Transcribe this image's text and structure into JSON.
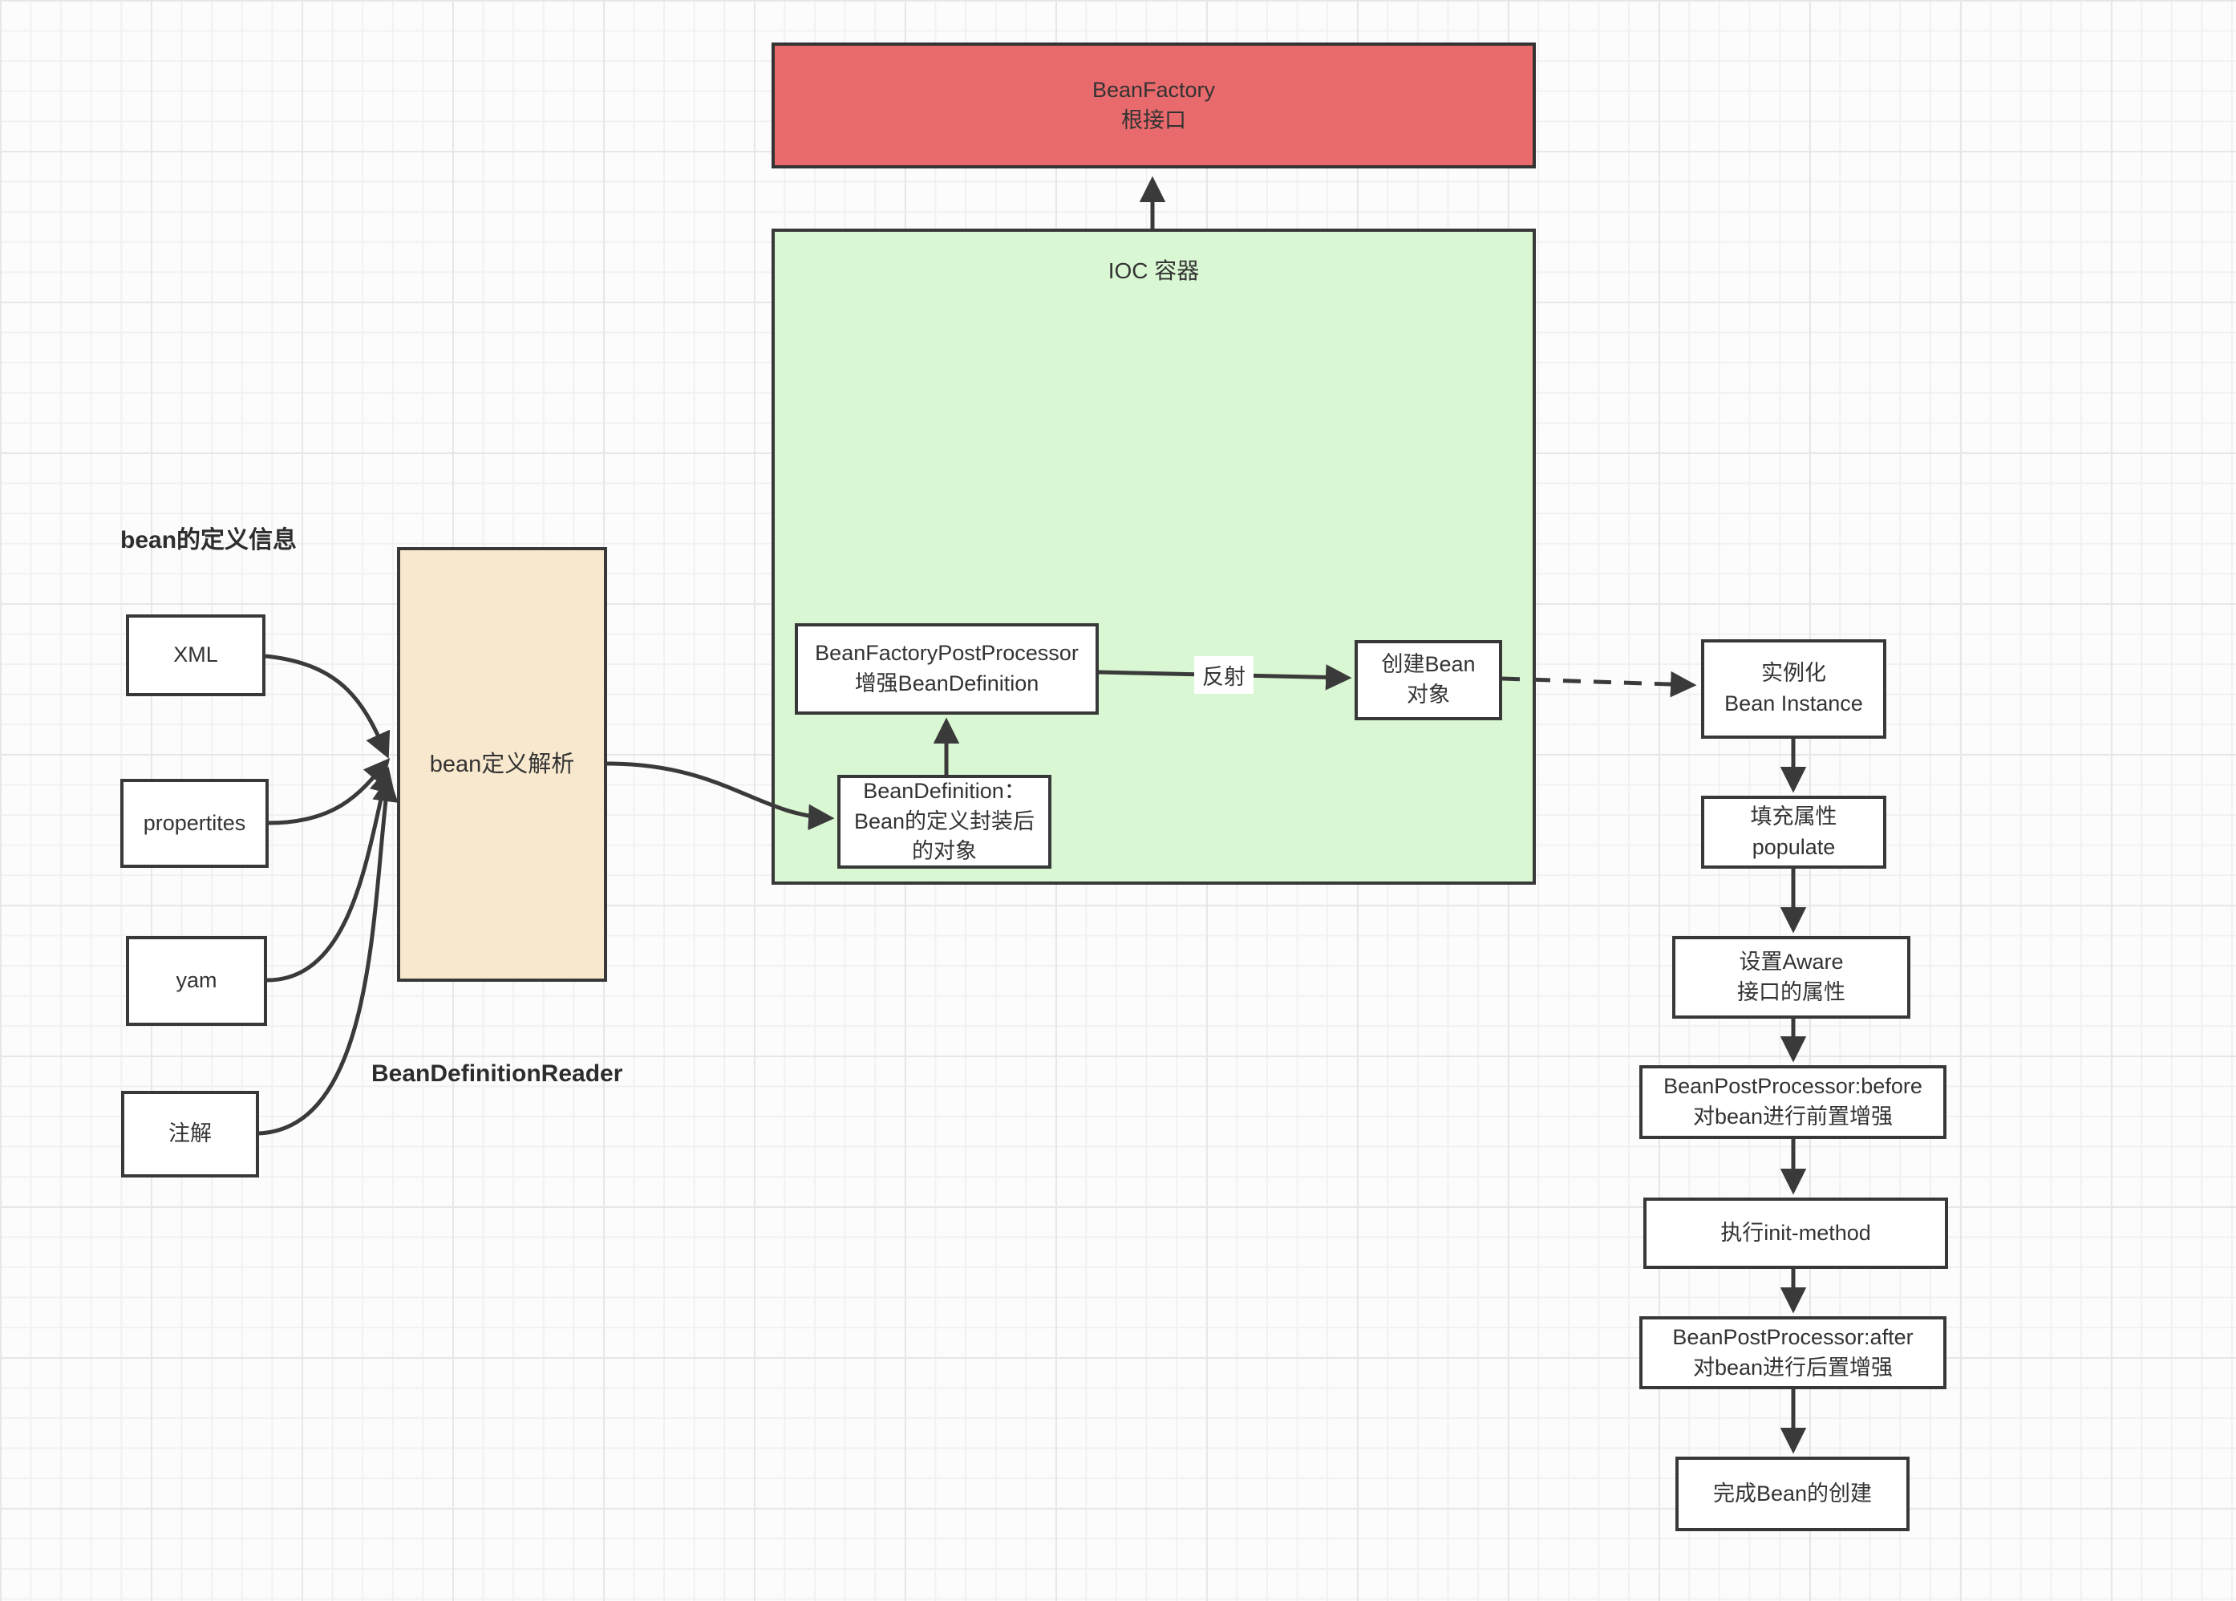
{
  "colors": {
    "bean_factory_fill": "#e96a6c",
    "ioc_container_fill": "#d9f7d2",
    "parser_fill": "#f8e8ce",
    "node_fill": "#ffffff",
    "border": "#383838",
    "arrow": "#3a3a3a",
    "text": "#333333"
  },
  "nodes": {
    "bean_factory": {
      "line1": "BeanFactory",
      "line2": "根接口"
    },
    "ioc_container_label": "IOC 容器",
    "bean_factory_post_processor": {
      "line1": "BeanFactoryPostProcessor",
      "line2": "增强BeanDefinition"
    },
    "bean_definition": {
      "line1": "BeanDefinition：",
      "line2": "Bean的定义封装后",
      "line3": "的对象"
    },
    "create_bean": {
      "line1": "创建Bean",
      "line2": "对象"
    },
    "bean_parser": {
      "label": "bean定义解析"
    }
  },
  "labels": {
    "bean_definition_info": "bean的定义信息",
    "bean_definition_reader": "BeanDefinitionReader",
    "reflection": "反射"
  },
  "sources": [
    {
      "label": "XML"
    },
    {
      "label": "propertites"
    },
    {
      "label": "yam"
    },
    {
      "label": "注解"
    }
  ],
  "lifecycle": [
    {
      "line1": "实例化",
      "line2": "Bean Instance"
    },
    {
      "line1": "填充属性",
      "line2": "populate"
    },
    {
      "line1": "设置Aware",
      "line2": "接口的属性"
    },
    {
      "line1": "BeanPostProcessor:before",
      "line2": "对bean进行前置增强"
    },
    {
      "line1": "执行init-method"
    },
    {
      "line1": "BeanPostProcessor:after",
      "line2": "对bean进行后置增强"
    },
    {
      "line1": "完成Bean的创建"
    }
  ]
}
